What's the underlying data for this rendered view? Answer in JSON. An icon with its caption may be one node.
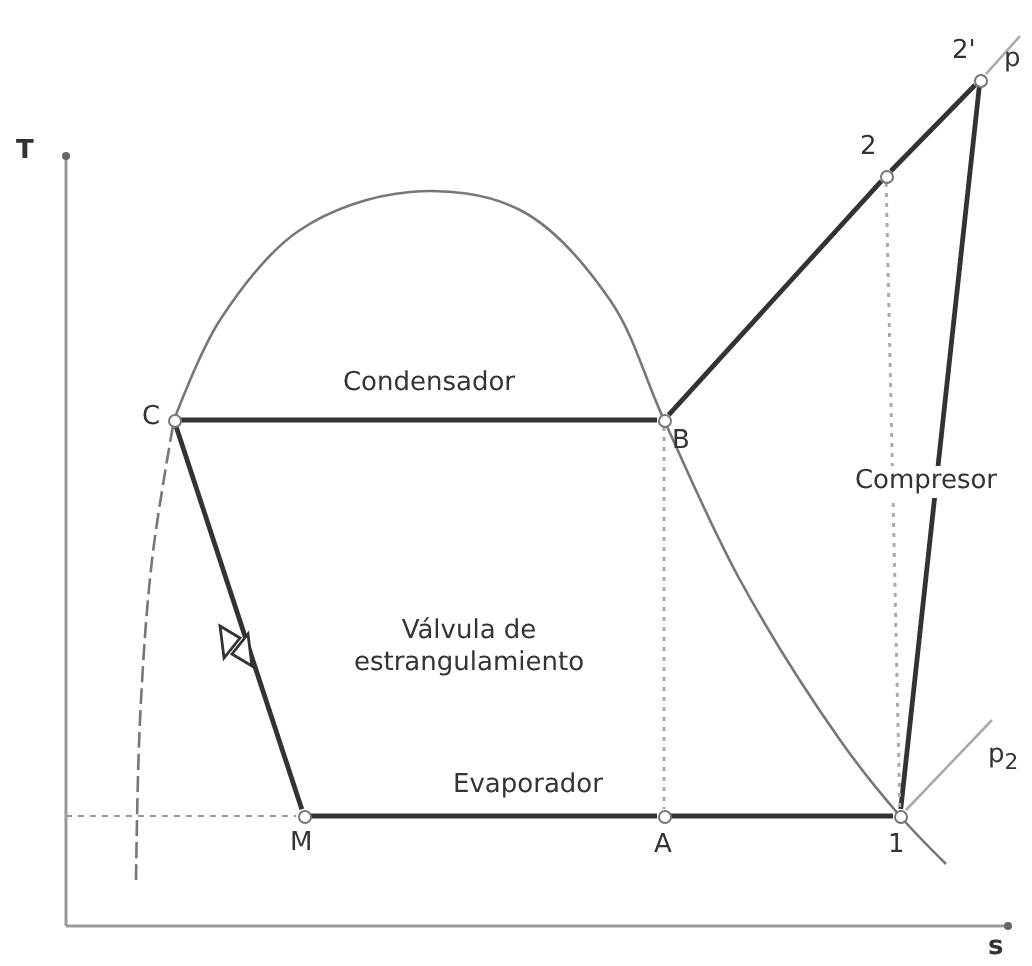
{
  "diagram": {
    "nodes": [
      {
        "text": [
          "C"
        ]
      },
      {
        "text": [
          "B"
        ]
      },
      {
        "text": [
          "M"
        ]
      },
      {
        "text": [
          "A"
        ]
      },
      {
        "text": [
          "1"
        ]
      },
      {
        "text": [
          "2"
        ]
      },
      {
        "text": [
          "2'"
        ]
      }
    ],
    "edges": [
      {
        "from": 0,
        "to": 1,
        "arrow": "none",
        "label": "Condensador"
      },
      {
        "from": 0,
        "to": 2,
        "arrow": "none",
        "label": "Válvula de estrangulamiento"
      },
      {
        "from": 2,
        "to": 3,
        "arrow": "none",
        "label": "Evaporador"
      },
      {
        "from": 3,
        "to": 4,
        "arrow": "none"
      },
      {
        "from": 4,
        "to": 6,
        "arrow": "none",
        "label": "Compresor"
      },
      {
        "from": 1,
        "to": 5,
        "arrow": "none"
      },
      {
        "from": 5,
        "to": 6,
        "arrow": "none"
      },
      {
        "from": 1,
        "to": 3,
        "arrow": "none",
        "style": "dashed",
        "color": "#aaaaaa"
      },
      {
        "from": 5,
        "to": 4,
        "arrow": "none",
        "style": "dashed",
        "color": "#aaaaaa"
      }
    ],
    "labels": [
      "T",
      "s",
      "p$_{2}$",
      "p"
    ]
  }
}
